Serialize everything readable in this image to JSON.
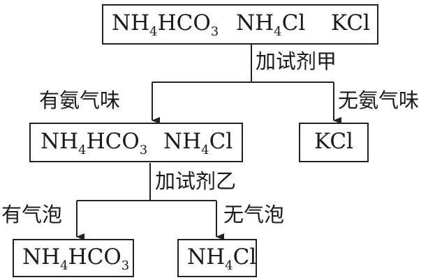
{
  "top_box": {
    "c1": {
      "a": "NH",
      "b": "4",
      "c": "HCO",
      "d": "3"
    },
    "c2": {
      "a": "NH",
      "b": "4",
      "c": "Cl"
    },
    "c3": "KCl"
  },
  "step1": "加试剂甲",
  "branch1_left": "有氨气味",
  "branch1_right": "无氨气味",
  "mid_box": {
    "c1": {
      "a": "NH",
      "b": "4",
      "c": "HCO",
      "d": "3"
    },
    "c2": {
      "a": "NH",
      "b": "4",
      "c": "Cl"
    }
  },
  "kcl_box": "KCl",
  "step2": "加试剂乙",
  "branch2_left": "有气泡",
  "branch2_right": "无气泡",
  "bottom_left_box": {
    "a": "NH",
    "b": "4",
    "c": "HCO",
    "d": "3"
  },
  "bottom_right_box": {
    "a": "NH",
    "b": "4",
    "c": "Cl"
  }
}
